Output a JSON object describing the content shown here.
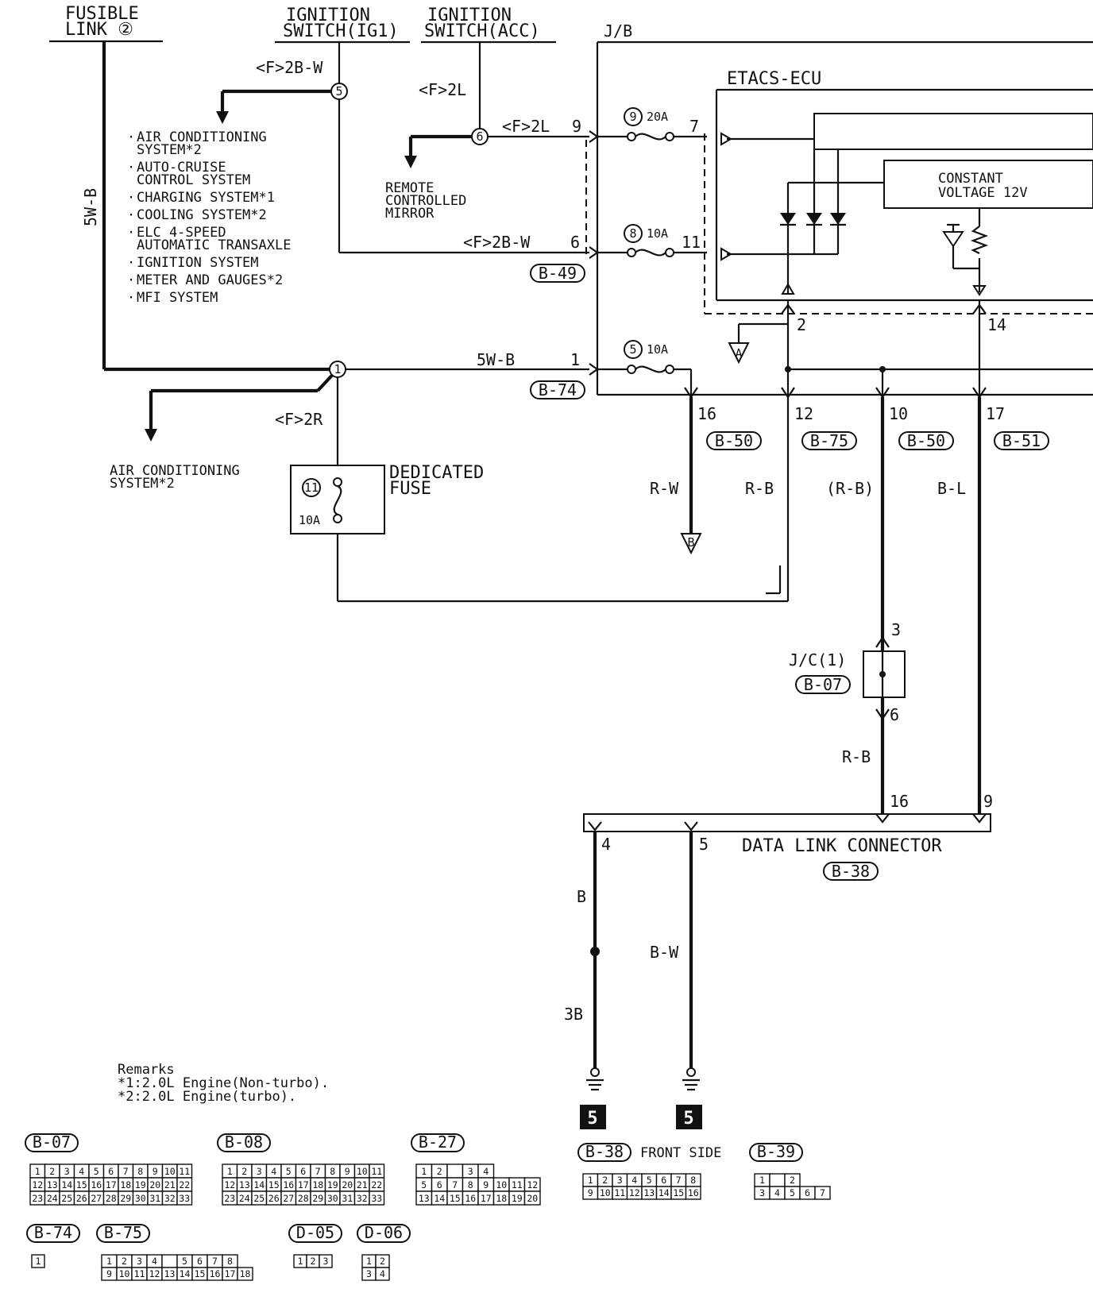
{
  "headers": {
    "fusible_link": [
      "FUSIBLE",
      "LINK ②"
    ],
    "ignition_ig1": [
      "IGNITION",
      "SWITCH(IG1)"
    ],
    "ignition_acc": [
      "IGNITION",
      "SWITCH(ACC)"
    ],
    "jb": "J/B"
  },
  "ecu": {
    "title": "ETACS-ECU",
    "constant_voltage": [
      "CONSTANT",
      "VOLTAGE 12V"
    ]
  },
  "systems_list": [
    [
      "AIR CONDITIONING",
      "SYSTEM*2"
    ],
    [
      "AUTO-CRUISE",
      "CONTROL SYSTEM"
    ],
    [
      "CHARGING SYSTEM*1"
    ],
    [
      "COOLING SYSTEM*2"
    ],
    [
      "ELC 4-SPEED",
      "AUTOMATIC TRANSAXLE"
    ],
    [
      "IGNITION SYSTEM"
    ],
    [
      "METER AND GAUGES*2"
    ],
    [
      "MFI SYSTEM"
    ]
  ],
  "wires": {
    "w5wb_vertical": "5W-B",
    "w5wb_bus": "5W-B",
    "f2bw_top": "<F>2B-W",
    "f2bw_bottom": "<F>2B-W",
    "f2l_vertical": "<F>2L",
    "f2l_horizontal": "<F>2L",
    "f2r": "<F>2R",
    "rw": "R-W",
    "rb": "R-B",
    "rb_paren": "(R-B)",
    "bl": "B-L",
    "rb_lower": "R-B",
    "b": "B",
    "bw": "B-W",
    "b3": "3B"
  },
  "splices": [
    "5",
    "6",
    "1"
  ],
  "fuses": [
    {
      "num": "9",
      "rating": "20A"
    },
    {
      "num": "8",
      "rating": "10A"
    },
    {
      "num": "5",
      "rating": "10A"
    }
  ],
  "dedicated_fuse": {
    "num": "11",
    "rating": "10A",
    "label": [
      "DEDICATED",
      "FUSE"
    ]
  },
  "remote_mirror": [
    "REMOTE",
    "CONTROLLED",
    "MIRROR"
  ],
  "ac_system": [
    "AIR CONDITIONING",
    "SYSTEM*2"
  ],
  "pins": {
    "p9": "9",
    "p7": "7",
    "p6": "6",
    "p11": "11",
    "p1": "1",
    "p2": "2",
    "p14": "14",
    "p16": "16",
    "p12": "12",
    "p10": "10",
    "p17": "17",
    "jc3": "3",
    "jc6": "6",
    "dlc16": "16",
    "dlc9": "9",
    "dlc4": "4",
    "dlc5": "5"
  },
  "connectors": {
    "b49": "B-49",
    "b74": "B-74",
    "b50a": "B-50",
    "b75": "B-75",
    "b50b": "B-50",
    "b51": "B-51",
    "b07": "B-07",
    "b38": "B-38"
  },
  "refs": {
    "a": "A",
    "b": "B"
  },
  "jc": "J/C(1)",
  "dlc_label": "DATA LINK CONNECTOR",
  "grounds": [
    "5",
    "5"
  ],
  "remarks": {
    "title": "Remarks",
    "lines": [
      "*1:2.0L Engine(Non-turbo).",
      "*2:2.0L Engine(turbo)."
    ]
  },
  "legend": {
    "b07": {
      "label": "B-07",
      "rows": [
        [
          "1",
          "2",
          "3",
          "4",
          "5",
          "6",
          "7",
          "8",
          "9",
          "10",
          "11"
        ],
        [
          "12",
          "13",
          "14",
          "15",
          "16",
          "17",
          "18",
          "19",
          "20",
          "21",
          "22"
        ],
        [
          "23",
          "24",
          "25",
          "26",
          "27",
          "28",
          "29",
          "30",
          "31",
          "32",
          "33"
        ]
      ]
    },
    "b08": {
      "label": "B-08",
      "rows": [
        [
          "1",
          "2",
          "3",
          "4",
          "5",
          "6",
          "7",
          "8",
          "9",
          "10",
          "11"
        ],
        [
          "12",
          "13",
          "14",
          "15",
          "16",
          "17",
          "18",
          "19",
          "20",
          "21",
          "22"
        ],
        [
          "23",
          "24",
          "25",
          "26",
          "27",
          "28",
          "29",
          "30",
          "31",
          "32",
          "33"
        ]
      ]
    },
    "b27": {
      "label": "B-27",
      "rows": [
        [
          "1",
          "2",
          "",
          "3",
          "4"
        ],
        [
          "5",
          "6",
          "7",
          "8",
          "9",
          "10",
          "11",
          "12"
        ],
        [
          "13",
          "14",
          "15",
          "16",
          "17",
          "18",
          "19",
          "20"
        ]
      ]
    },
    "b38": {
      "label": "B-38",
      "note": "FRONT SIDE",
      "rows": [
        [
          "1",
          "2",
          "3",
          "4",
          "5",
          "6",
          "7",
          "8"
        ],
        [
          "9",
          "10",
          "11",
          "12",
          "13",
          "14",
          "15",
          "16"
        ]
      ]
    },
    "b39": {
      "label": "B-39",
      "rows": [
        [
          "1",
          "",
          "2"
        ],
        [
          "3",
          "4",
          "5",
          "6",
          "7"
        ]
      ]
    },
    "b74": {
      "label": "B-74",
      "rows": [
        [
          "1"
        ]
      ]
    },
    "b75": {
      "label": "B-75",
      "rows": [
        [
          "1",
          "2",
          "3",
          "4",
          "",
          "5",
          "6",
          "7",
          "8"
        ],
        [
          "9",
          "10",
          "11",
          "12",
          "13",
          "14",
          "15",
          "16",
          "17",
          "18"
        ]
      ]
    },
    "d05": {
      "label": "D-05",
      "rows": [
        [
          "1",
          "2",
          "3"
        ]
      ]
    },
    "d06": {
      "label": "D-06",
      "rows": [
        [
          "1",
          "2"
        ],
        [
          "3",
          "4"
        ]
      ]
    }
  }
}
